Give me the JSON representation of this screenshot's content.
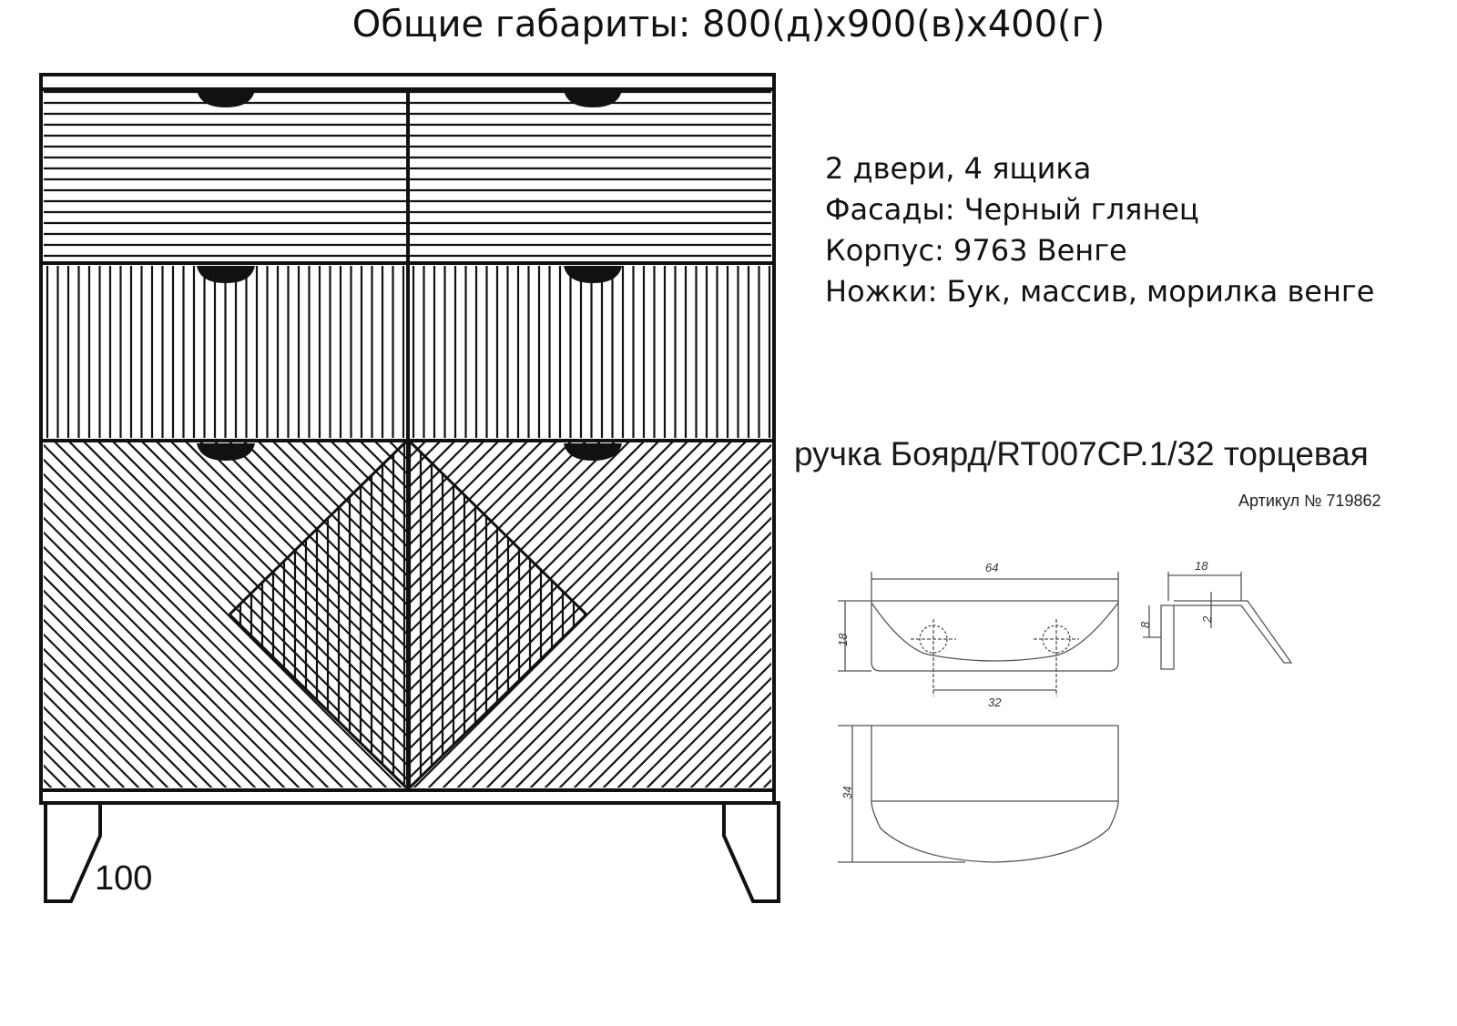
{
  "title": "Общие габариты: 800(д)x900(в)x400(г)",
  "specs": {
    "line1": "2 двери, 4 ящика",
    "line2": "Фасады: Черный глянец",
    "line3": "Корпус: 9763 Венге",
    "line4": "Ножки: Бук, массив, морилка венге"
  },
  "leg_height": "100",
  "handle": {
    "title": "ручка Боярд/RT007CP.1/32 торцевая",
    "article": "Артикул № 719862",
    "dims": {
      "width": "64",
      "height": "18",
      "hole_spacing": "32",
      "side_depth": "18",
      "side_8": "8",
      "side_2": "2",
      "bottom_34": "34"
    }
  },
  "colors": {
    "line": "#111111",
    "dimline": "#444444"
  }
}
